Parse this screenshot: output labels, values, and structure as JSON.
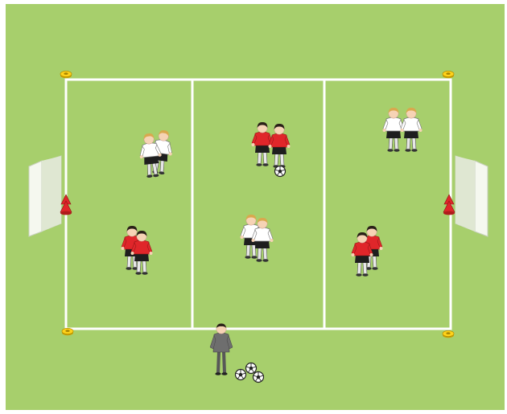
{
  "diagram": {
    "kind": "soccer-drill",
    "pitch": {
      "grass_color": "#a7cf6c",
      "grass_dark": "#9cc662",
      "line_color": "#ffffff",
      "zones": 3
    },
    "colors": {
      "team_red": "#e0262a",
      "team_white": "#ffffff",
      "shorts_black": "#1e1e1e",
      "skin": "#f6d3b5",
      "hair_dark": "#2a2018",
      "hair_blonde": "#d9a84e",
      "coach": "#6e6e6e",
      "cone_yellow": "#ffd21a",
      "marker_red": "#e0262a",
      "goal": "#eef2e6"
    },
    "icons": {
      "goal": "mini-goal-icon",
      "cone": "disc-cone-icon",
      "pole": "red-marker-icon",
      "ball": "soccer-ball-icon",
      "coach": "coach-icon",
      "player": "player-icon"
    },
    "groups": [
      {
        "id": "red-left",
        "team": "red",
        "count": 2
      },
      {
        "id": "white-left",
        "team": "white",
        "count": 2
      },
      {
        "id": "red-middle",
        "team": "red",
        "count": 2,
        "with_ball": true
      },
      {
        "id": "white-middle",
        "team": "white",
        "count": 2
      },
      {
        "id": "white-right",
        "team": "white",
        "count": 2
      },
      {
        "id": "red-right",
        "team": "red",
        "count": 2
      }
    ],
    "balls_near_coach": 3
  }
}
